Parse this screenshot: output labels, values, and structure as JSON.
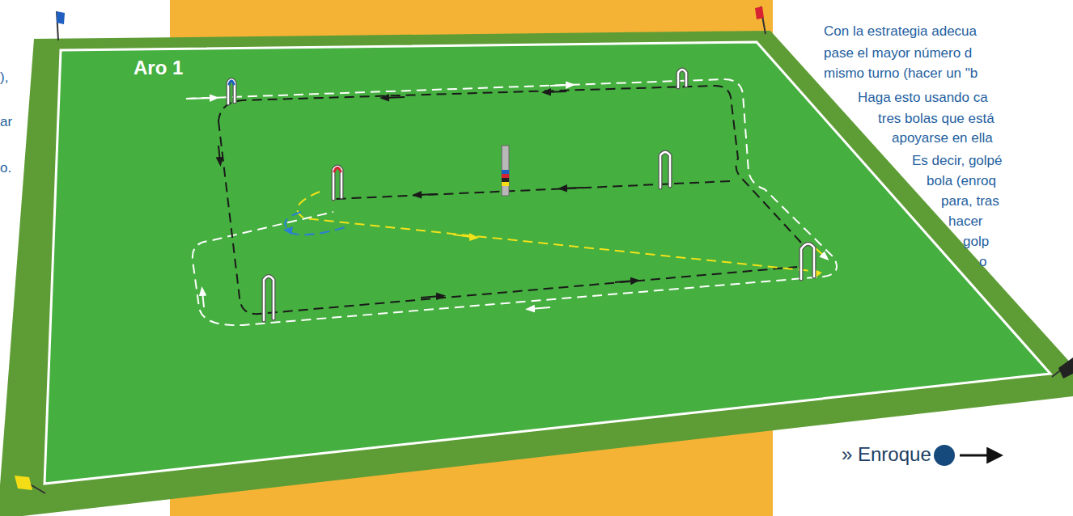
{
  "diagram": {
    "labels": [
      "Aro 1",
      "),",
      "ar",
      "o.",
      "Con la estrategia adecua",
      "pase el mayor número d",
      "mismo turno (hacer un \"b",
      "Haga esto usando ca",
      "tres bolas que está",
      "apoyarse en ella",
      "Es decir, golpé",
      "bola (enroq",
      "para, tras",
      "hacer",
      "golp",
      "o",
      "» Enroque"
    ]
  }
}
